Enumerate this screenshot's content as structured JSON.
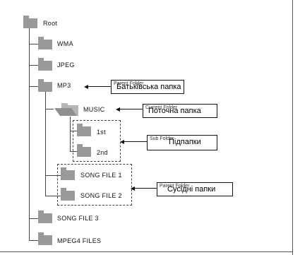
{
  "tree": {
    "root": "Root",
    "wma": "WMA",
    "jpeg": "JPEG",
    "mp3": "MP3",
    "music": "MUSIC",
    "first": "1st",
    "second": "2nd",
    "song1": "SONG FILE 1",
    "song2": "SONG FILE 2",
    "song3": "SONG FILE 3",
    "mpeg4": "MPEG4 FILES"
  },
  "callouts": {
    "parent": {
      "under": "Parent Folder",
      "over": "Батьківська папка"
    },
    "current": {
      "under": "Current Folder",
      "over": "Поточна папка"
    },
    "sub": {
      "under": "Sub Folder",
      "over": "Підпапки"
    },
    "files": {
      "under": "Parent Folder",
      "over": "Сусідні папки"
    }
  }
}
